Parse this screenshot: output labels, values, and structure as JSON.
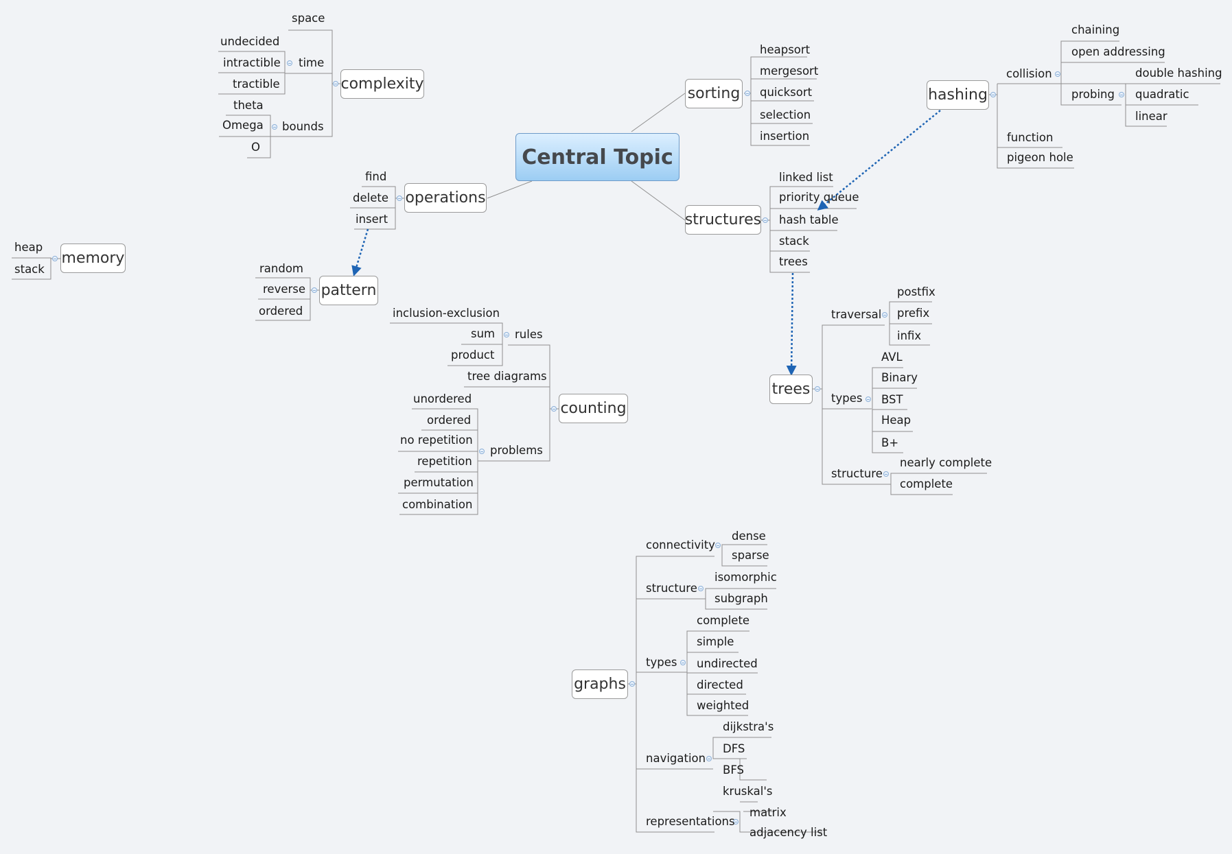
{
  "central": "Central Topic",
  "main": {
    "complexity": "complexity",
    "sorting": "sorting",
    "hashing": "hashing",
    "operations": "operations",
    "structures": "structures",
    "memory": "memory",
    "pattern": "pattern",
    "counting": "counting",
    "trees": "trees",
    "graphs": "graphs"
  },
  "complexity": {
    "space": "space",
    "time": "time",
    "undecided": "undecided",
    "intractible": "intractible",
    "tractible": "tractible",
    "bounds": "bounds",
    "theta": "theta",
    "omega": "Omega",
    "o": "O"
  },
  "sorting": {
    "heapsort": "heapsort",
    "mergesort": "mergesort",
    "quicksort": "quicksort",
    "selection": "selection",
    "insertion": "insertion"
  },
  "hashing": {
    "collision": "collision",
    "chaining": "chaining",
    "open_addressing": "open addressing",
    "probing": "probing",
    "double_hashing": "double hashing",
    "quadratic": "quadratic",
    "linear": "linear",
    "function": "function",
    "pigeon_hole": "pigeon hole"
  },
  "operations": {
    "find": "find",
    "delete": "delete",
    "insert": "insert"
  },
  "structures": {
    "linked_list": "linked list",
    "priority_queue": "priority queue",
    "hash_table": "hash table",
    "stack": "stack",
    "trees": "trees"
  },
  "memory": {
    "heap": "heap",
    "stack": "stack"
  },
  "pattern": {
    "random": "random",
    "reverse": "reverse",
    "ordered": "ordered"
  },
  "counting": {
    "rules": "rules",
    "inclusion_exclusion": "inclusion-exclusion",
    "sum": "sum",
    "product": "product",
    "tree_diagrams": "tree diagrams",
    "problems": "problems",
    "unordered": "unordered",
    "ordered": "ordered",
    "no_repetition": "no repetition",
    "repetition": "repetition",
    "permutation": "permutation",
    "combination": "combination"
  },
  "trees": {
    "traversal": "traversal",
    "postfix": "postfix",
    "prefix": "prefix",
    "infix": "infix",
    "types": "types",
    "avl": "AVL",
    "binary": "Binary",
    "bst": "BST",
    "heap": "Heap",
    "bplus": "B+",
    "structure": "structure",
    "nearly_complete": "nearly complete",
    "complete": "complete"
  },
  "graphs": {
    "connectivity": "connectivity",
    "dense": "dense",
    "sparse": "sparse",
    "structure": "structure",
    "isomorphic": "isomorphic",
    "subgraph": "subgraph",
    "types": "types",
    "complete": "complete",
    "simple": "simple",
    "undirected": "undirected",
    "directed": "directed",
    "weighted": "weighted",
    "navigation": "navigation",
    "dijkstras": "dijkstra's",
    "dfs": "DFS",
    "bfs": "BFS",
    "kruskals": "kruskal's",
    "representations": "representations",
    "matrix": "matrix",
    "adjacency_list": "adjacency list"
  },
  "colors": {
    "background": "#f1f3f6",
    "line": "#8e8e8e",
    "relationship": "#1e64b4",
    "central_top": "#dcefff",
    "central_bottom": "#9ccdf3"
  }
}
